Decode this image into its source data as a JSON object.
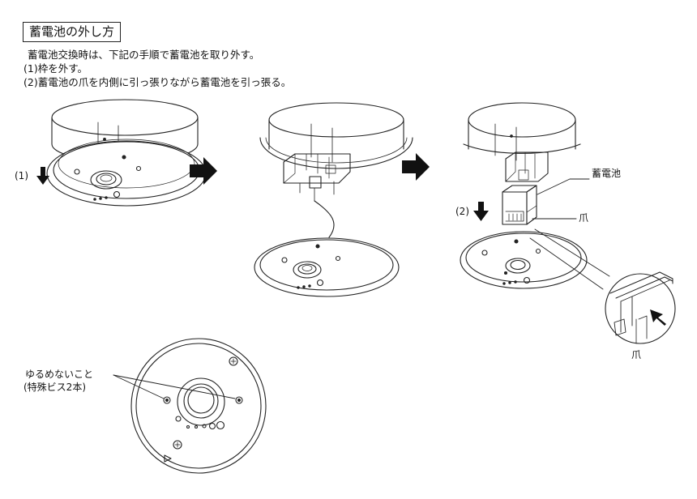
{
  "heading": "蓄電池の外し方",
  "instructions": {
    "intro": "蓄電池交換時は、下記の手順で蓄電池を取り外す。",
    "step1": "(1)枠を外す。",
    "step2": "(2)蓄電池の爪を内側に引っ張りながら蓄電池を引っ張る。"
  },
  "callouts": {
    "step1_marker": "(1)",
    "step2_marker": "(2)",
    "battery": "蓄電池",
    "claw": "爪",
    "claw_detail": "爪",
    "screw_warning_line1": "ゆるめないこと",
    "screw_warning_line2": "(特殊ビス2本)"
  },
  "icons": [
    "arrow-down-icon",
    "arrow-right-icon",
    "arrow-diagonal-icon"
  ]
}
